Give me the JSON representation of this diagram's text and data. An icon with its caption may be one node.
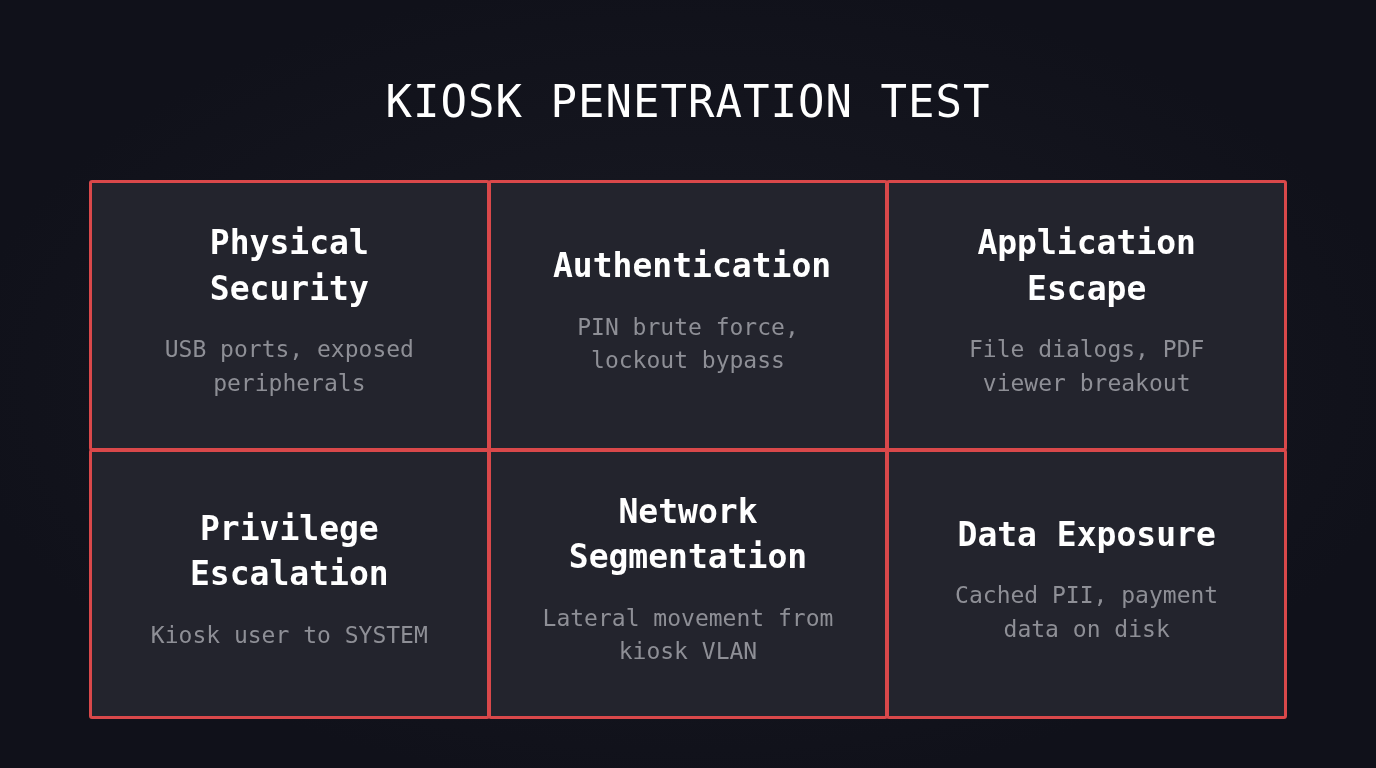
{
  "diagram": {
    "title": "KIOSK PENETRATION TEST",
    "nodes": [
      {
        "text": [
          "Physical Security",
          "USB ports, exposed peripherals"
        ]
      },
      {
        "text": [
          "Authentication",
          "PIN brute force, lockout bypass"
        ]
      },
      {
        "text": [
          "Application Escape",
          "File dialogs, PDF viewer breakout"
        ]
      },
      {
        "text": [
          "Privilege Escalation",
          "Kiosk user to SYSTEM"
        ]
      },
      {
        "text": [
          "Network Segmentation",
          "Lateral movement from kiosk VLAN"
        ]
      },
      {
        "text": [
          "Data Exposure",
          "Cached PII, payment data on disk"
        ]
      }
    ]
  }
}
